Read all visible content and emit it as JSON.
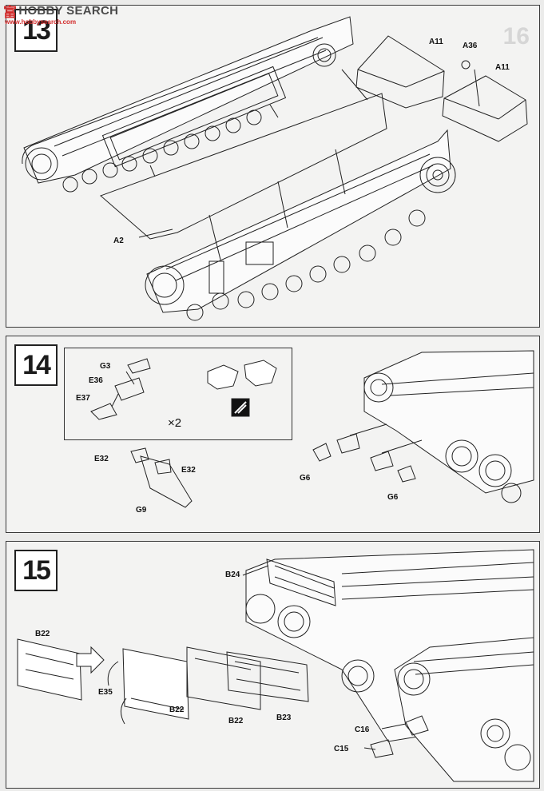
{
  "watermark": {
    "chinese": "富",
    "brand": "HOBBY SEARCH",
    "url": "www.hobbysearch.com"
  },
  "steps": [
    {
      "number": "13",
      "ghost": "16",
      "labels": {
        "a11_top": "A11",
        "a36": "A36",
        "a11_right": "A11",
        "a2": "A2"
      }
    },
    {
      "number": "14",
      "multiplier": "×2",
      "labels": {
        "g3": "G3",
        "e36": "E36",
        "e37": "E37",
        "e32_left": "E32",
        "e32_right": "E32",
        "g9": "G9",
        "g6_left": "G6",
        "g6_right": "G6"
      }
    },
    {
      "number": "15",
      "labels": {
        "b24": "B24",
        "b22_left": "B22",
        "e35": "E35",
        "b22_mid": "B22",
        "b22_bottom": "B22",
        "b23": "B23",
        "c16": "C16",
        "c15": "C15"
      }
    }
  ],
  "colors": {
    "paper": "#f3f3f2",
    "ink": "#1b1b1b",
    "accent": "#d22c2c"
  }
}
